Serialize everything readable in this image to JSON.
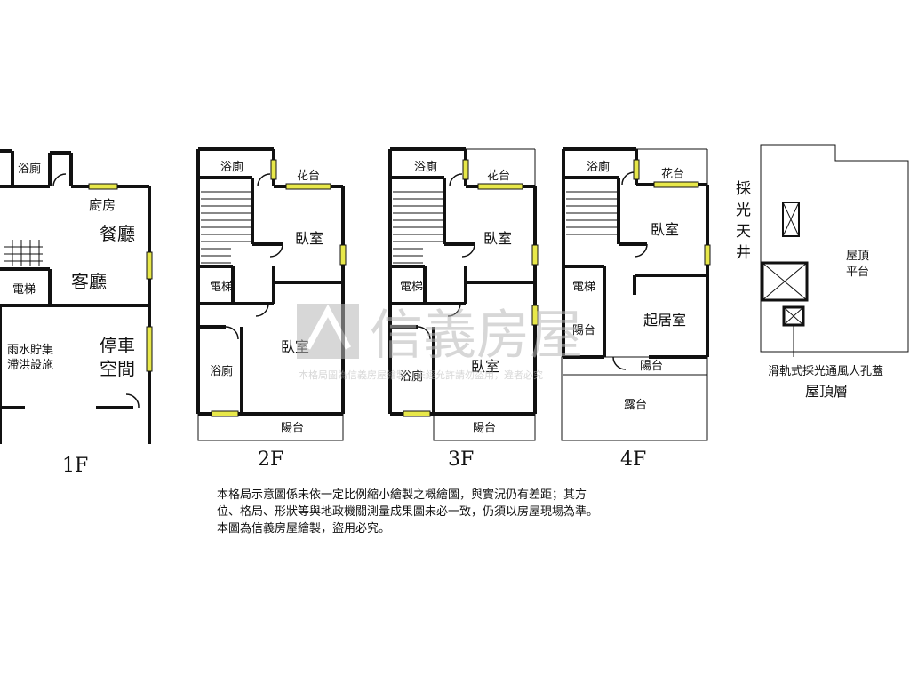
{
  "watermark": {
    "brand": "信義房屋",
    "notice": "本格局圖為信義房屋繪製，未經允許請勿盜用，違者必究"
  },
  "floors": {
    "f1": {
      "label": "1F",
      "rooms": {
        "bath": "浴廁",
        "kitchen": "廚房",
        "dining": "餐廳",
        "living": "客廳",
        "elevator": "電梯",
        "parking_1": "停車",
        "parking_2": "空間",
        "rain_1": "雨水貯集",
        "rain_2": "滯洪設施"
      }
    },
    "f2": {
      "label": "2F",
      "rooms": {
        "bath_top": "浴廁",
        "planter": "花台",
        "bedroom_1": "臥室",
        "elevator": "電梯",
        "bedroom_2": "臥室",
        "bath_bottom": "浴廁",
        "balcony": "陽台"
      }
    },
    "f3": {
      "label": "3F",
      "rooms": {
        "bath_top": "浴廁",
        "planter": "花台",
        "bedroom_1": "臥室",
        "elevator": "電梯",
        "bedroom_2": "臥室",
        "bath_bottom": "浴廁",
        "balcony": "陽台"
      }
    },
    "f4": {
      "label": "4F",
      "rooms": {
        "bath": "浴廁",
        "planter": "花台",
        "bedroom": "臥室",
        "elevator": "電梯",
        "living_room": "起居室",
        "balcony_side": "陽台",
        "balcony_bottom": "陽台",
        "terrace": "露台"
      }
    },
    "roof": {
      "label": "屋頂層",
      "skylight": [
        "採",
        "光",
        "天",
        "井"
      ],
      "platform_1": "屋頂",
      "platform_2": "平台",
      "hatch": "滑軌式採光通風人孔蓋"
    }
  },
  "disclaimer": [
    "本格局示意圖係未依一定比例縮小繪製之概繪圖，與實況仍有差距；其方",
    "位、格局、形狀等與地政機關測量成果圖未必一致，仍須以房屋現場為準。",
    "本圖為信義房屋繪製，盜用必究。"
  ],
  "colors": {
    "wall": "#111111",
    "window": "#e8e84a",
    "watermark": "#b8b8b8"
  }
}
